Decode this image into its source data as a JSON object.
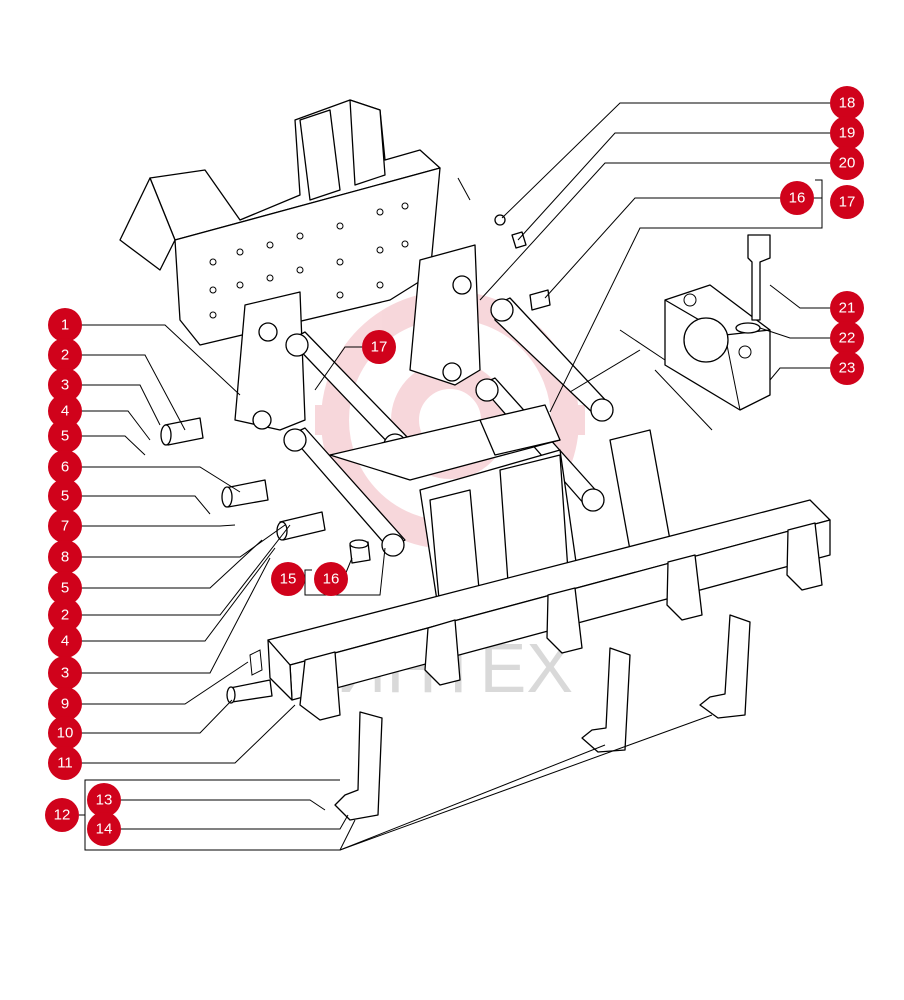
{
  "watermark": {
    "text": "ИНТЕХ"
  },
  "colors": {
    "callout": "#d0021b",
    "callout_text": "#ffffff",
    "line": "#000000",
    "watermark": "#d9d9d9"
  },
  "callouts": [
    {
      "label": "1"
    },
    {
      "label": "2"
    },
    {
      "label": "3"
    },
    {
      "label": "4"
    },
    {
      "label": "5"
    },
    {
      "label": "6"
    },
    {
      "label": "5"
    },
    {
      "label": "7"
    },
    {
      "label": "8"
    },
    {
      "label": "5"
    },
    {
      "label": "2"
    },
    {
      "label": "4"
    },
    {
      "label": "3"
    },
    {
      "label": "9"
    },
    {
      "label": "10"
    },
    {
      "label": "11"
    },
    {
      "label": "12"
    },
    {
      "label": "13"
    },
    {
      "label": "14"
    },
    {
      "label": "15"
    },
    {
      "label": "16"
    },
    {
      "label": "17"
    },
    {
      "label": "18"
    },
    {
      "label": "19"
    },
    {
      "label": "20"
    },
    {
      "label": "16"
    },
    {
      "label": "17"
    },
    {
      "label": "21"
    },
    {
      "label": "22"
    },
    {
      "label": "23"
    }
  ]
}
